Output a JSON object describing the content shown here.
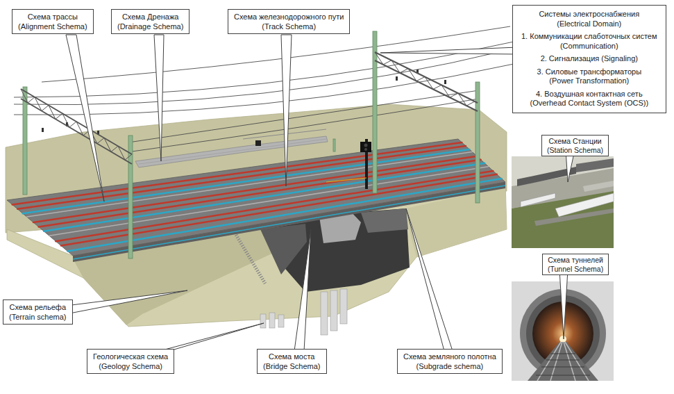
{
  "diagram": {
    "nodes": [
      {
        "text": [
          "Схема трассы",
          "(Alignment Schema)"
        ]
      },
      {
        "text": [
          "Схема Дренажа",
          "(Drainage Schema)"
        ]
      },
      {
        "text": [
          "Схема железнодорожного пути",
          "(Track Schema)"
        ]
      },
      {
        "text": [
          "Системы электроснабжения",
          "(Electrical Domain)",
          "1. Коммуникации слаботочных систем",
          "(Communication)",
          "2. Сигнализация (Signaling)",
          "3. Силовые трансформаторы",
          "(Power Transformation)",
          "4. Воздушная контактная сеть",
          "(Overhead Contact System (OCS))"
        ]
      },
      {
        "text": [
          "Схема Станции",
          "(Station Schema)"
        ]
      },
      {
        "text": [
          "Схема туннелей",
          "(Tunnel Schema)"
        ]
      },
      {
        "text": [
          "Схема рельефа",
          "(Terrain schema)"
        ]
      },
      {
        "text": [
          "Геологическая схема",
          "(Geology Schema)"
        ]
      },
      {
        "text": [
          "Схема моста",
          "(Bridge Schema)"
        ]
      },
      {
        "text": [
          "Схема земляного полотна",
          "(Subgrade schema)"
        ]
      }
    ]
  }
}
